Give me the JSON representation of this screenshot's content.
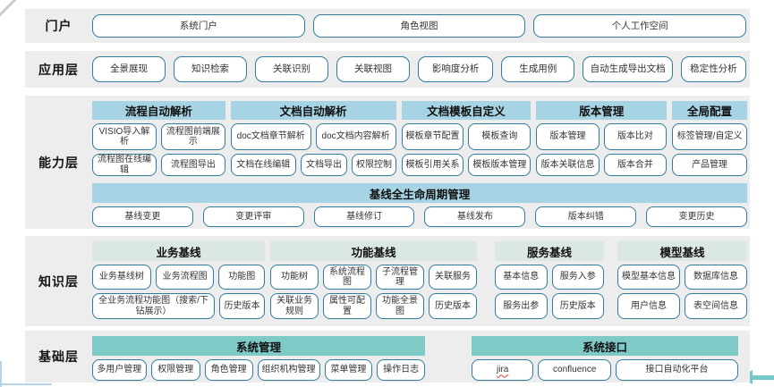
{
  "colors": {
    "band_bg": "#ededed",
    "header_blue": "#a6d4e4",
    "header_green": "#dbe7e3",
    "header_teal": "#7dcac7",
    "btn_border": "#2e7d9e",
    "btn_text": "#333333",
    "accent_arrow": "#74c9c6",
    "deco_blue": "#b7d3ea",
    "spell_red": "#e0403a"
  },
  "decorations": {
    "spellcheck_flagged": "jira"
  },
  "layers": [
    {
      "label": "门户",
      "buttons": [
        "系统门户",
        "角色视图",
        "个人工作空间"
      ]
    },
    {
      "label": "应用层",
      "buttons": [
        "全景展现",
        "知识检索",
        "关联识别",
        "关联视图",
        "影响度分析",
        "生成用例",
        "自动生成导出文档",
        "稳定性分析"
      ]
    },
    {
      "label": "能力层",
      "groups": [
        {
          "title": "流程自动解析",
          "rows": [
            [
              "VISIO导入解析",
              "流程图前端展示"
            ],
            [
              "流程图在线编辑",
              "流程图导出"
            ]
          ]
        },
        {
          "title": "文档自动解析",
          "rows": [
            [
              "doc文档章节解析",
              "doc文档内容解析"
            ],
            [
              "文档在线编辑",
              "文档导出",
              "权限控制"
            ]
          ]
        },
        {
          "title": "文档模板自定义",
          "rows": [
            [
              "模板章节配置",
              "模板查询"
            ],
            [
              "模板引用关系",
              "模板版本管理"
            ]
          ]
        },
        {
          "title": "版本管理",
          "rows": [
            [
              "版本管理",
              "版本比对"
            ],
            [
              "版本关联信息",
              "版本合并"
            ]
          ]
        },
        {
          "title": "全局配置",
          "rows": [
            [
              "标签管理/自定义"
            ],
            [
              "产品管理"
            ]
          ]
        }
      ],
      "baseline": {
        "title": "基线全生命周期管理",
        "buttons": [
          "基线变更",
          "变更评审",
          "基线修订",
          "基线发布",
          "版本纠错",
          "变更历史"
        ]
      }
    },
    {
      "label": "知识层",
      "groups": [
        {
          "title": "业务基线",
          "rows": [
            [
              "业务基线树",
              "业务流程图",
              "功能图"
            ],
            [
              "全业务流程功能图（搜索/下钻展示）",
              "历史版本"
            ]
          ]
        },
        {
          "title": "功能基线",
          "rows": [
            [
              "功能树",
              "系统流程图",
              "子流程管理",
              "关联服务"
            ],
            [
              "关联业务规则",
              "属性可配置",
              "功能全景图",
              "历史版本"
            ]
          ]
        },
        {
          "title": "服务基线",
          "rows": [
            [
              "基本信息",
              "服务入参"
            ],
            [
              "服务出参",
              "历史版本"
            ]
          ]
        },
        {
          "title": "模型基线",
          "rows": [
            [
              "模型基本信息",
              "数据库信息"
            ],
            [
              "用户信息",
              "表空间信息"
            ]
          ]
        }
      ]
    },
    {
      "label": "基础层",
      "groups": [
        {
          "title": "系统管理",
          "rows": [
            [
              "多用户管理",
              "权限管理",
              "角色管理",
              "组织机构管理",
              "菜单管理",
              "操作日志"
            ]
          ]
        },
        {
          "title": "系统接口",
          "rows": [
            [
              "jira",
              "confluence",
              "接口自动化平台"
            ]
          ]
        }
      ]
    }
  ]
}
